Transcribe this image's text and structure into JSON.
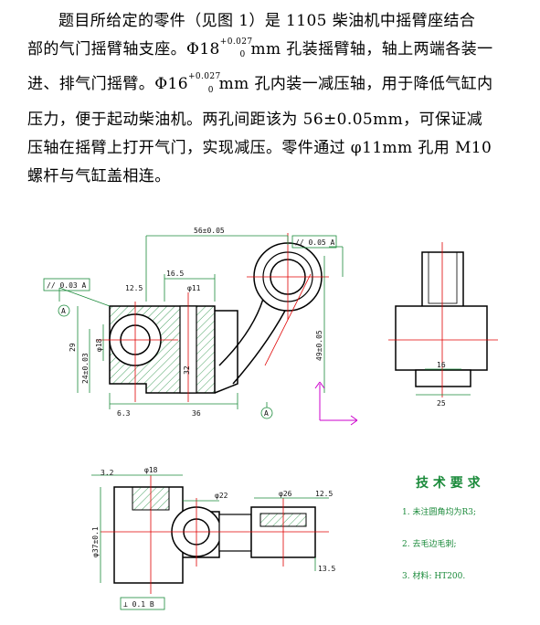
{
  "paragraph": {
    "line1_a": "题目所给定的零件（见图 1）是 1105 柴油机中摇臂座结合",
    "line2_a": "部的气门摇臂轴支座。Φ18",
    "line2_sup": "+0.027",
    "line2_sub": "0",
    "line2_b": " mm 孔装摇臂轴，轴上两端各装一",
    "line3_a": "进、排气门摇臂。Φ16",
    "line3_sup": "+0.027",
    "line3_sub": "0",
    "line3_b": " mm 孔内装一减压轴，用于降低气缸内",
    "line4": "压力，便于起动柴油机。两孔间距该为 56±0.05mm，可保证减",
    "line5": "压轴在摇臂上打开气门，实现减压。零件通过 φ11mm 孔用 M10",
    "line6": "螺杆与气缸盖相连。"
  },
  "drawing": {
    "dim_56": "56±0.05",
    "tol_top_right": "// 0.05 A",
    "tol_left": "// 0.03 A",
    "dim_16_5": "16.5",
    "dim_12_5": "12.5",
    "dim_phi11": "φ11",
    "dim_29": "29",
    "dim_24": "24±0.03",
    "dim_phi18": "φ18",
    "dim_49": "49±0.05",
    "dim_32": "32",
    "datum_a": "A",
    "dim_6_3": "6.3",
    "dim_36": "36",
    "dim_16": "16",
    "dim_25": "25",
    "dim_3_2": "3.2",
    "dim_phi18_b": "φ18",
    "dim_phi22": "φ22",
    "dim_phi26": "φ26",
    "dim_12_5b": "12.5",
    "dim_13_5": "13.5",
    "dim_phi37": "φ37±0.1",
    "tol_bottom": "⊥ 0.1 B"
  },
  "tech_requirements": {
    "title": "技 术 要 求",
    "item1": "1. 未注圆角均为R3;",
    "item2": "2. 去毛边毛刺;",
    "item3": "3. 材料: HT200."
  },
  "colors": {
    "line_green": "#1a8a3a",
    "line_red": "#e00000",
    "line_black": "#000000",
    "magenta": "#cc00cc"
  }
}
